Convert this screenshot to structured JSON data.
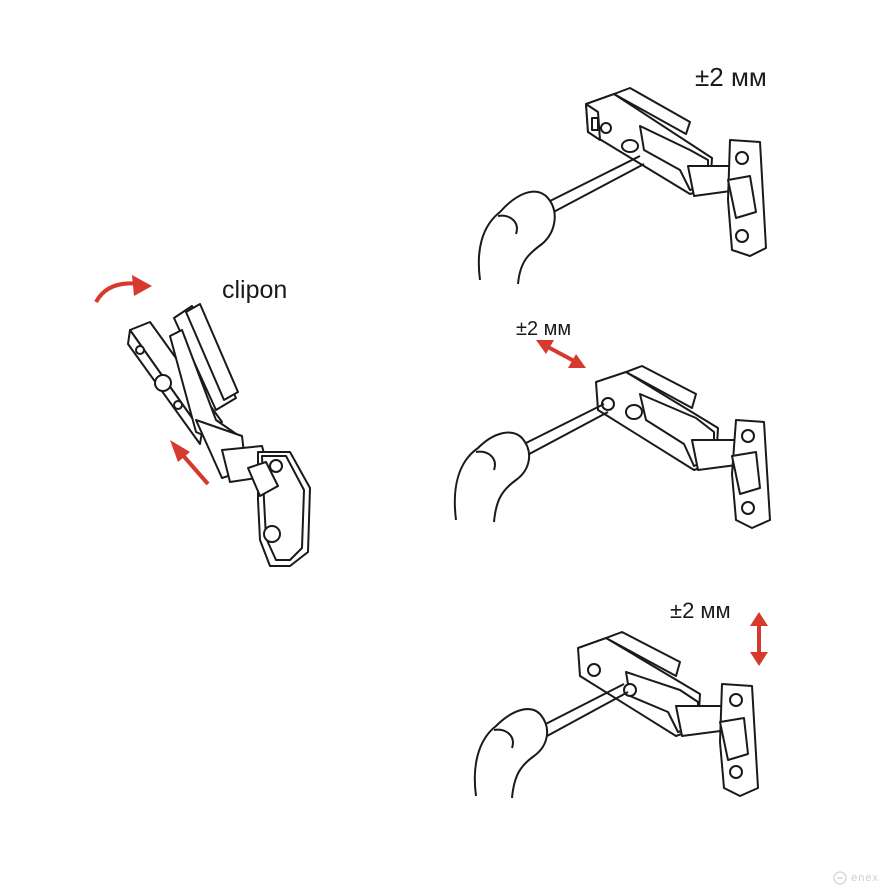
{
  "labels": {
    "clip": "clipon",
    "adjust_top": "±2 мм",
    "adjust_middle": "±2 мм",
    "adjust_bottom": "±2 мм"
  },
  "watermark": {
    "text": "enex",
    "icon": "enex-logo-icon"
  },
  "colors": {
    "line": "#1a1a1a",
    "accent": "#d63a2f",
    "background": "#ffffff"
  }
}
